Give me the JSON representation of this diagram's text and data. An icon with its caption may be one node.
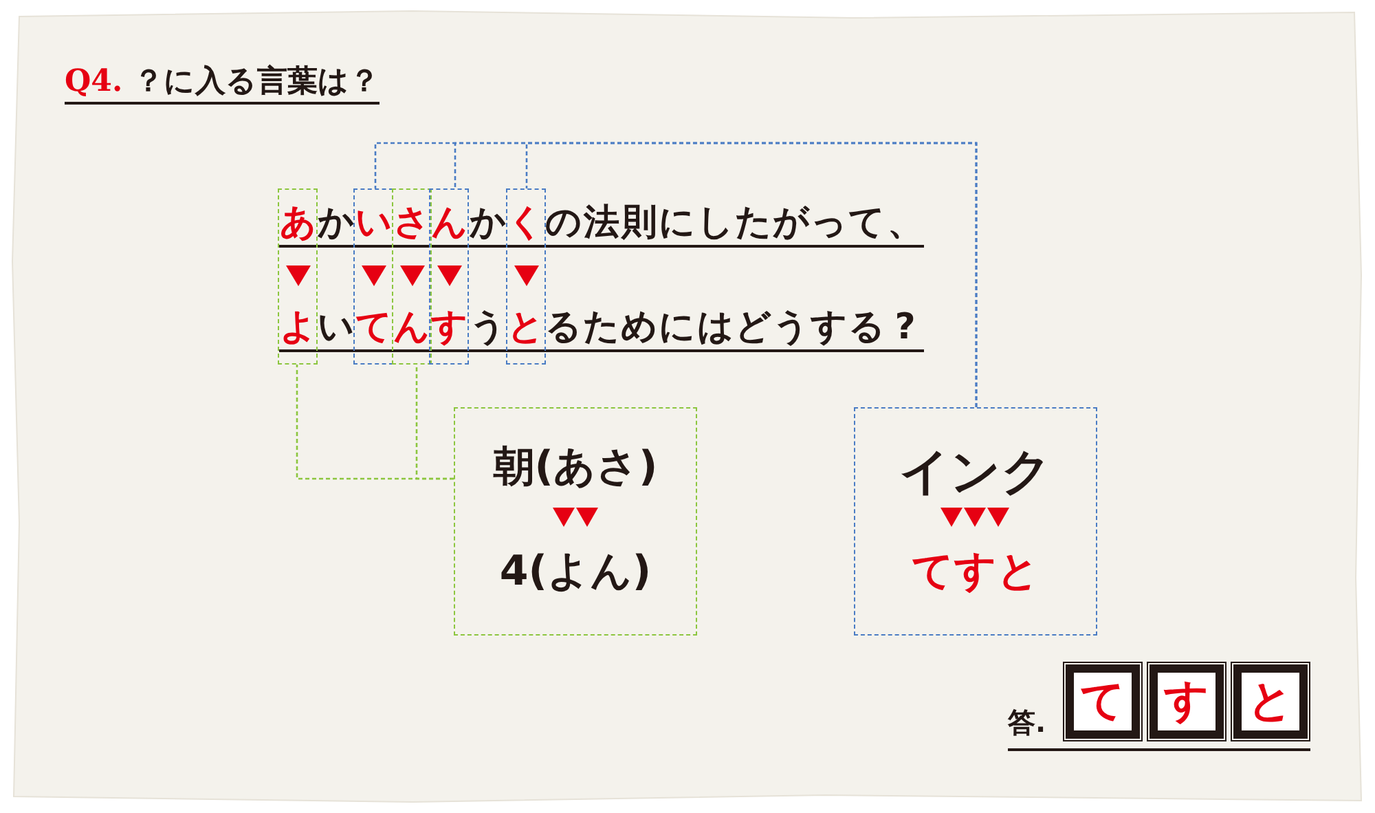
{
  "diagram": {
    "title": "Q4. ？に入る言葉は？",
    "nodes": [
      {
        "text": [],
        "shape": "box"
      },
      {
        "text": [],
        "shape": "box"
      },
      {
        "text": [],
        "shape": "box"
      },
      {
        "text": [],
        "shape": "box"
      },
      {
        "text": [],
        "shape": "box"
      },
      {
        "text": [
          "朝(あさ)",
          "4(よん)"
        ]
      },
      {
        "text": [
          "インク",
          "てすと"
        ]
      },
      {
        "text": [
          "て"
        ]
      },
      {
        "text": [
          "す"
        ]
      },
      {
        "text": [
          "と"
        ]
      }
    ],
    "edges": [
      {
        "from": 0,
        "to": 5,
        "arrow": "none",
        "style": "dashed",
        "color": "#8cc63f"
      },
      {
        "from": 2,
        "to": 5,
        "arrow": "none",
        "style": "dashed",
        "color": "#8cc63f"
      },
      {
        "from": 1,
        "to": 6,
        "arrow": "none",
        "style": "dashed",
        "color": "#4a7cc4"
      },
      {
        "from": 3,
        "to": 6,
        "arrow": "none",
        "style": "dashed",
        "color": "#4a7cc4"
      },
      {
        "from": 4,
        "to": 6,
        "arrow": "none",
        "style": "dashed",
        "color": "#4a7cc4"
      }
    ],
    "labels": [
      "あかいさんかくの法則にしたがって、",
      "よいてんすうとるためにはどうする?",
      "答."
    ]
  }
}
